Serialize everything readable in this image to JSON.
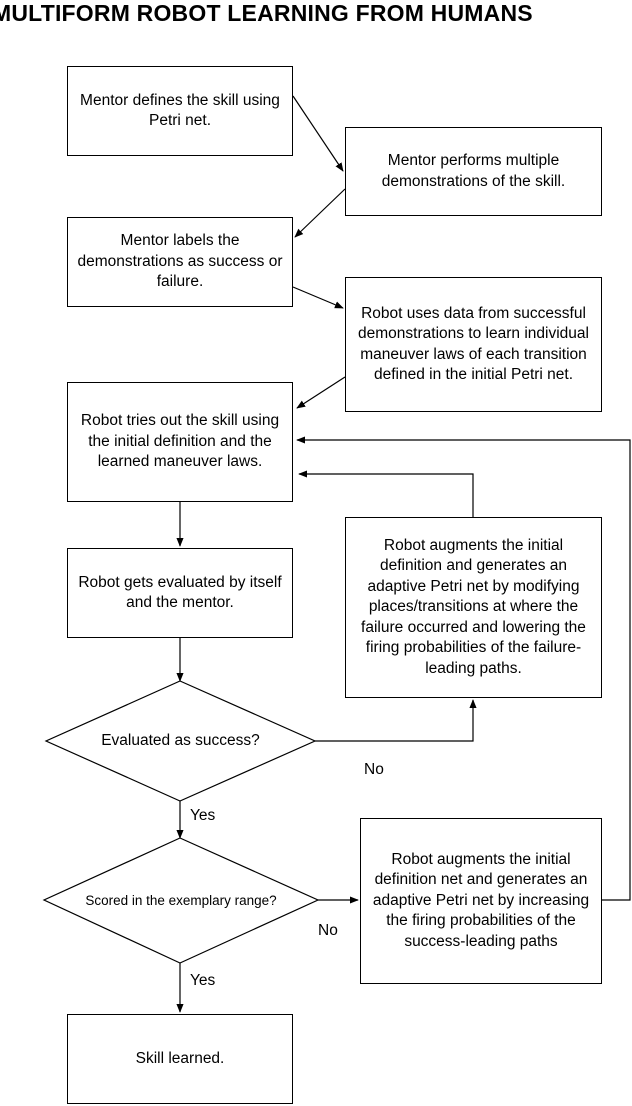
{
  "title": "MULTIFORM ROBOT LEARNING FROM HUMANS",
  "nodes": {
    "define": "Mentor defines the skill using Petri net.",
    "demonstrate": "Mentor performs multiple demonstrations of the skill.",
    "label": "Mentor labels the demonstrations as success or failure.",
    "learn": "Robot uses data from successful demonstrations to learn individual maneuver laws of each transition defined in the initial Petri net.",
    "tryout": "Robot tries out the skill using the initial definition and the learned maneuver laws.",
    "evaluate": "Robot gets evaluated by itself and the mentor.",
    "augment_failure": "Robot augments the initial definition and generates an adaptive Petri net by modifying places/transitions at where the failure occurred and lowering the firing probabilities of the failure-leading paths.",
    "decision_success": "Evaluated as success?",
    "decision_exemplary": "Scored in the exemplary range?",
    "augment_success": "Robot augments the initial definition net and generates an adaptive Petri net by increasing the firing probabilities of the success-leading paths",
    "learned": "Skill learned."
  },
  "edge_labels": {
    "no_1": "No",
    "yes_1": "Yes",
    "no_2": "No",
    "yes_2": "Yes"
  }
}
